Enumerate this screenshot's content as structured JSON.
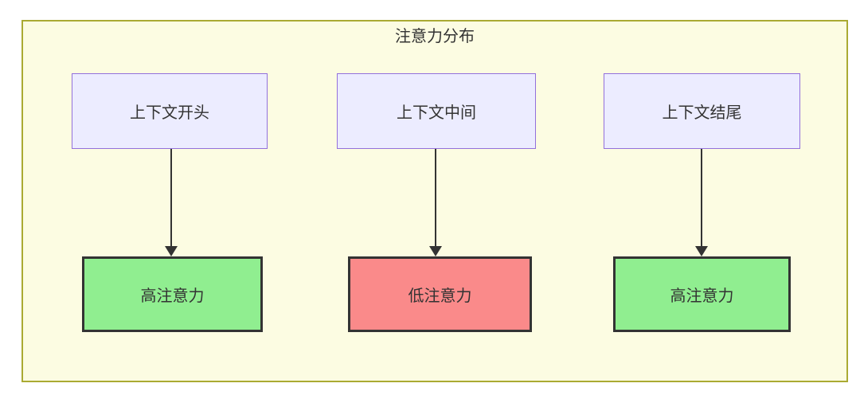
{
  "diagram": {
    "title": "注意力分布",
    "nodes": {
      "top": [
        {
          "label": "上下文开头"
        },
        {
          "label": "上下文中间"
        },
        {
          "label": "上下文结尾"
        }
      ],
      "bottom": [
        {
          "label": "高注意力",
          "level": "high"
        },
        {
          "label": "低注意力",
          "level": "low"
        },
        {
          "label": "高注意力",
          "level": "high"
        }
      ]
    },
    "edges": [
      {
        "from": "上下文开头",
        "to": "高注意力"
      },
      {
        "from": "上下文中间",
        "to": "低注意力"
      },
      {
        "from": "上下文结尾",
        "to": "高注意力"
      }
    ],
    "colors": {
      "canvas_bg": "#ffffff",
      "container_bg": "#fcfce2",
      "container_border": "#aaaa33",
      "top_node_bg": "#ececff",
      "top_node_border": "#9370db",
      "high_attention_bg": "#90ee90",
      "low_attention_bg": "#fa8a8a",
      "bottom_node_border": "#333333",
      "arrow": "#333333",
      "text": "#333333"
    }
  }
}
